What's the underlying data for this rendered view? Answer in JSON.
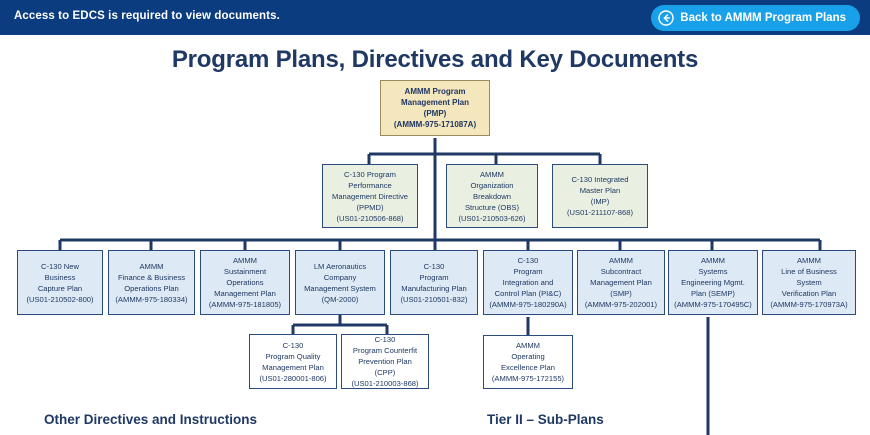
{
  "header": {
    "note": "Access to EDCS is required to view documents.",
    "back_button": {
      "label": "Back to AMMM Program Plans",
      "icon": "arrow-left-circle-icon",
      "color": "#18a0e8"
    },
    "bar_color": "#0b3c80"
  },
  "page_title": "Program Plans, Directives and Key Documents",
  "captions": {
    "left": "Other Directives and Instructions",
    "right": "Tier II – Sub-Plans"
  },
  "colors": {
    "tier1_fill": "#f4e6bd",
    "tier2_fill": "#e9f0e1",
    "tier3_fill": "#dde9f4",
    "tier4_fill": "#ffffff",
    "line": "#1f3864",
    "text": "#1f3864"
  },
  "chart_data": {
    "type": "diagram",
    "title": "Program Plans, Directives and Key Documents",
    "layout": "org-chart",
    "tiers": [
      {
        "tier": 1,
        "nodes": [
          {
            "id": "pmp",
            "lines": [
              "AMMM Program",
              "Management Plan",
              "(PMP)",
              "(AMMM-975-171087A)"
            ],
            "fill": "#f4e6bd"
          }
        ]
      },
      {
        "tier": 2,
        "nodes": [
          {
            "id": "ppmd",
            "lines": [
              "C-130 Program",
              "Performance",
              "Management Directive",
              "(PPMD)",
              "(US01-210506-868)"
            ],
            "fill": "#e9f0e1"
          },
          {
            "id": "obs",
            "lines": [
              "AMMM",
              "Organization",
              "Breakdown",
              "Structure (OBS)",
              "(US01-210503-626)"
            ],
            "fill": "#e9f0e1"
          },
          {
            "id": "imp",
            "lines": [
              "C-130 Integrated",
              "Master Plan",
              "(IMP)",
              "(US01-211107-868)"
            ],
            "fill": "#e9f0e1"
          }
        ]
      },
      {
        "tier": 3,
        "nodes": [
          {
            "id": "nbcp",
            "lines": [
              "C-130 New",
              "Business",
              "Capture Plan",
              "(US01-210502-800)"
            ],
            "fill": "#dde9f4"
          },
          {
            "id": "fbop",
            "lines": [
              "AMMM",
              "Finance & Business",
              "Operations Plan",
              "(AMMM-975-180334)"
            ],
            "fill": "#dde9f4"
          },
          {
            "id": "somp",
            "lines": [
              "AMMM",
              "Sustainment",
              "Operations",
              "Management Plan",
              "(AMMM-975-181805)"
            ],
            "fill": "#dde9f4"
          },
          {
            "id": "qm2000",
            "lines": [
              "LM Aeronautics",
              "Company",
              "Management System",
              "(QM-2000)"
            ],
            "fill": "#dde9f4"
          },
          {
            "id": "pmfp",
            "lines": [
              "C-130",
              "Program",
              "Manufacturing Plan",
              "(US01-210501-832)"
            ],
            "fill": "#dde9f4"
          },
          {
            "id": "pic",
            "lines": [
              "C-130",
              "Program",
              "Integration and",
              "Control Plan (PI&C)",
              "(AMMM-975-180290A)"
            ],
            "fill": "#dde9f4"
          },
          {
            "id": "smp",
            "lines": [
              "AMMM",
              "Subcontract",
              "Management Plan",
              "(SMP)",
              "(AMMM-975-202001)"
            ],
            "fill": "#dde9f4"
          },
          {
            "id": "semp",
            "lines": [
              "AMMM",
              "Systems",
              "Engineering Mgmt.",
              "Plan (SEMP)",
              "(AMMM-975-170495C)"
            ],
            "fill": "#dde9f4"
          },
          {
            "id": "lobsvp",
            "lines": [
              "AMMM",
              "Line of Business",
              "System",
              "Verification Plan",
              "(AMMM-975-170973A)"
            ],
            "fill": "#dde9f4"
          }
        ]
      },
      {
        "tier": 4,
        "nodes": [
          {
            "id": "pqmp",
            "lines": [
              "C-130",
              "Program Quality",
              "Management Plan",
              "(US01-280001-806)"
            ],
            "fill": "#ffffff",
            "parent": "qm2000"
          },
          {
            "id": "cpp",
            "lines": [
              "C-130",
              "Program Counterfit",
              "Prevention Plan",
              "(CPP)",
              "(US01-210003-868)"
            ],
            "fill": "#ffffff",
            "parent": "qm2000"
          },
          {
            "id": "oep",
            "lines": [
              "AMMM",
              "Operating",
              "Excellence Plan",
              "(AMMM-975-172155)"
            ],
            "fill": "#ffffff",
            "parent": "pic"
          }
        ]
      }
    ],
    "edges": [
      {
        "from": "pmp",
        "to": "ppmd"
      },
      {
        "from": "pmp",
        "to": "obs"
      },
      {
        "from": "pmp",
        "to": "imp"
      },
      {
        "from": "pmp",
        "to": "nbcp"
      },
      {
        "from": "pmp",
        "to": "fbop"
      },
      {
        "from": "pmp",
        "to": "somp"
      },
      {
        "from": "pmp",
        "to": "qm2000"
      },
      {
        "from": "pmp",
        "to": "pmfp"
      },
      {
        "from": "pmp",
        "to": "pic"
      },
      {
        "from": "pmp",
        "to": "smp"
      },
      {
        "from": "pmp",
        "to": "semp"
      },
      {
        "from": "pmp",
        "to": "lobsvp"
      },
      {
        "from": "qm2000",
        "to": "pqmp"
      },
      {
        "from": "qm2000",
        "to": "cpp"
      },
      {
        "from": "pic",
        "to": "oep"
      },
      {
        "from": "semp",
        "to": "below-page"
      }
    ]
  }
}
